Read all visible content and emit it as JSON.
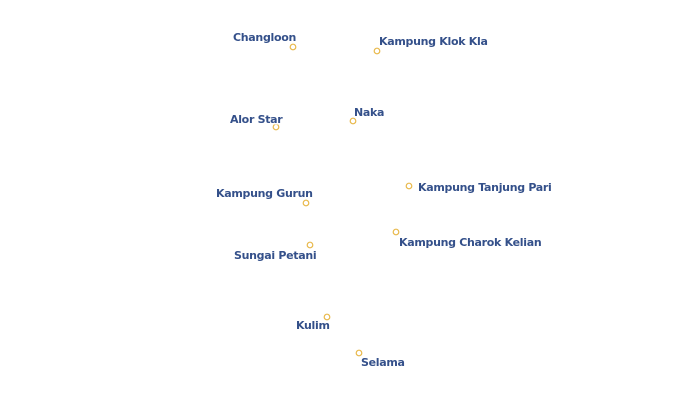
{
  "map": {
    "colors": {
      "background": "#ffffff",
      "marker_stroke": "#e8b84a",
      "label_fill": "#34508a",
      "label_halo": "#ffffff"
    },
    "places": [
      {
        "name": "Changloon"
      },
      {
        "name": "Kampung Klok Kla"
      },
      {
        "name": "Alor Star"
      },
      {
        "name": "Naka"
      },
      {
        "name": "Kampung Tanjung Pari"
      },
      {
        "name": "Kampung Gurun"
      },
      {
        "name": "Kampung Charok Kelian"
      },
      {
        "name": "Sungai Petani"
      },
      {
        "name": "Kulim"
      },
      {
        "name": "Selama"
      }
    ]
  }
}
